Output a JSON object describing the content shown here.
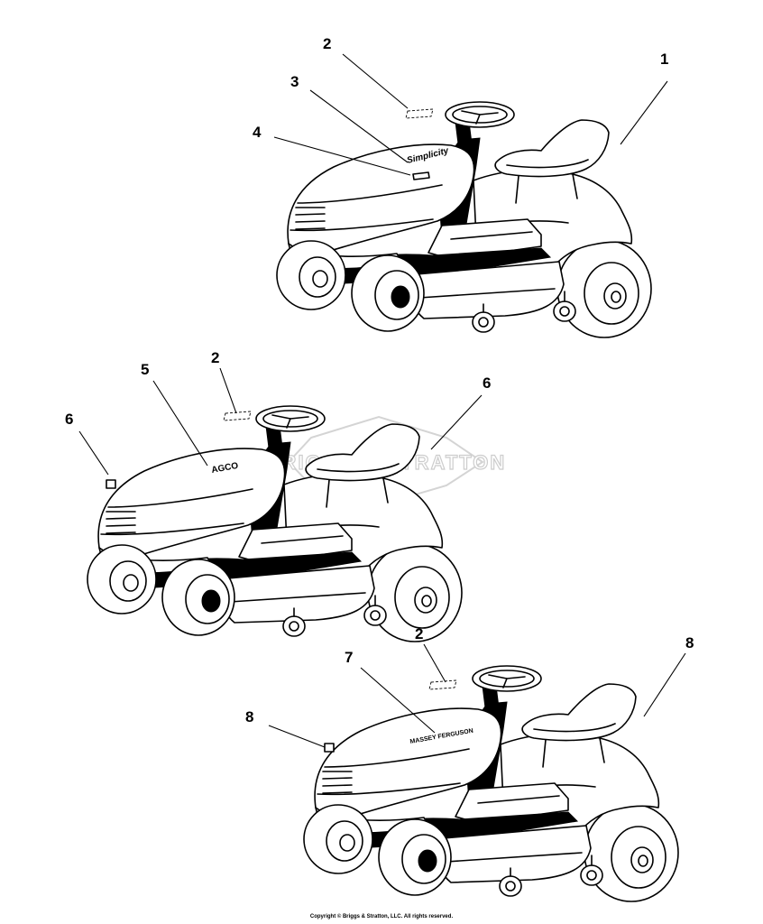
{
  "callouts": {
    "t1": [
      "1",
      "2",
      "3",
      "4"
    ],
    "t2": [
      "2",
      "5",
      "6",
      "6"
    ],
    "t3": [
      "2",
      "7",
      "8",
      "8"
    ]
  },
  "decals": {
    "t1_hood_logo": "Simplicity",
    "t2_hood_logo": "AGCO",
    "t3_hood_logo": "MASSEY FERGUSON"
  },
  "watermark": "BRIGGS & STRATTON",
  "copyright": "Copyright © Briggs & Stratton, LLC. All rights reserved."
}
